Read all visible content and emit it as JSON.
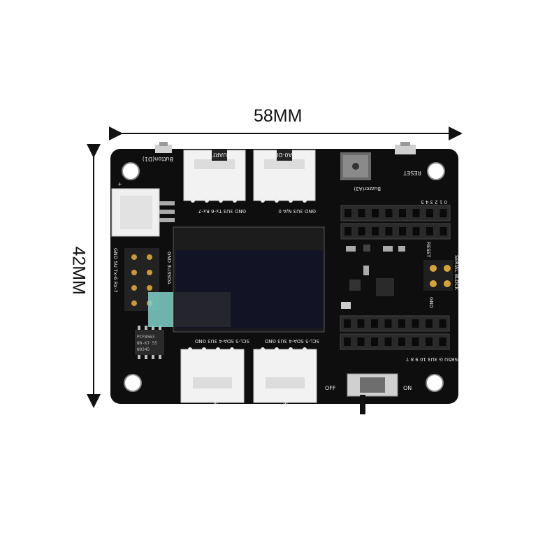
{
  "dimensions": {
    "width": "58MM",
    "height": "42MM"
  },
  "silkscreen": {
    "button_d1": "Button(D1)",
    "reset": "RESET",
    "buzzer": "Buzzer(A3)",
    "uart": "UART",
    "a0_d8": "A0-D8",
    "uart_pins": "GND 3U3 Tx-6 Rx-7",
    "a0_pins": "GND 3U3 N/A 0",
    "left_pins": "GND 5U Tx-6 Rx-7",
    "left_pins2": "GND 3U3SDA",
    "iic_pins_1": "SCL-5 SDA-4 3U3 GND",
    "iic_pins_2": "SCL-5 SDA-4 3U3 GND",
    "iic_1": "IIC",
    "iic_2": "IIC",
    "top_header": "0 1 2 3 4 5",
    "bottom_header": "USB5U G 3U3 10 9 8 7",
    "serial_label": "SERIAL BLOCK",
    "gnd_label": "GND",
    "reset_side": "RESET",
    "off": "OFF",
    "on": "ON",
    "plus": "+",
    "chip_line1": "PCF8563",
    "chip_line2": "N0-K7 55",
    "chip_line3": "N0345"
  },
  "colors": {
    "board": "#0e0e0e",
    "connector": "#f2f2f2",
    "oled": "#121426",
    "header": "#2a2a2a",
    "gold": "#d8a13a"
  }
}
